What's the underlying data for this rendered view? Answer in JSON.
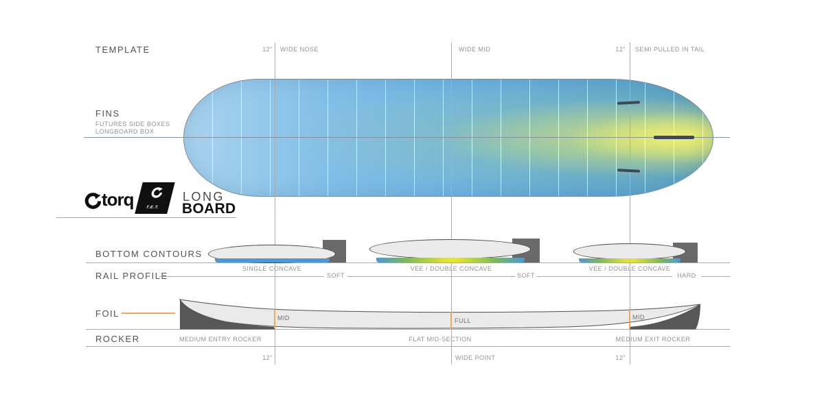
{
  "header": {
    "template_label": "TEMPLATE",
    "nose_offset": "12\"",
    "wide_nose_label": "WIDE NOSE",
    "wide_mid_label": "WIDE MID",
    "tail_offset": "12\"",
    "tail_label": "SEMI PULLED IN TAIL"
  },
  "fins": {
    "title": "FINS",
    "detail_line1": "FUTURES SIDE BOXES",
    "detail_line2": "LONGBOARD BOX"
  },
  "logo": {
    "brand": "torq",
    "badge_text": "T.E.T.",
    "product_line1": "LONG",
    "product_line2": "BOARD"
  },
  "bottom_contours": {
    "title": "BOTTOM CONTOURS",
    "labels": [
      "SINGLE CONCAVE",
      "VEE / DOUBLE CONCAVE",
      "VEE / DOUBLE CONCAVE"
    ]
  },
  "rail_profile": {
    "title": "RAIL PROFILE",
    "labels": [
      "SOFT",
      "SOFT",
      "HARD"
    ]
  },
  "foil": {
    "title": "FOIL",
    "labels": [
      "MID",
      "FULL",
      "MID"
    ]
  },
  "rocker": {
    "title": "ROCKER",
    "labels": [
      "MEDIUM ENTRY ROCKER",
      "FLAT MID-SECTION",
      "MEDIUM EXIT ROCKER"
    ]
  },
  "footer": {
    "nose_offset": "12\"",
    "wide_point_label": "WIDE POINT",
    "tail_offset": "12\""
  },
  "colors": {
    "accent_orange": "#EDA75F",
    "board_blue": "#6FB4E2",
    "board_yellow_glow": "#E6E87C",
    "concave_blue": "#4E97D6",
    "concave_yellow": "#DFE03C",
    "dark_gray": "#575757"
  }
}
